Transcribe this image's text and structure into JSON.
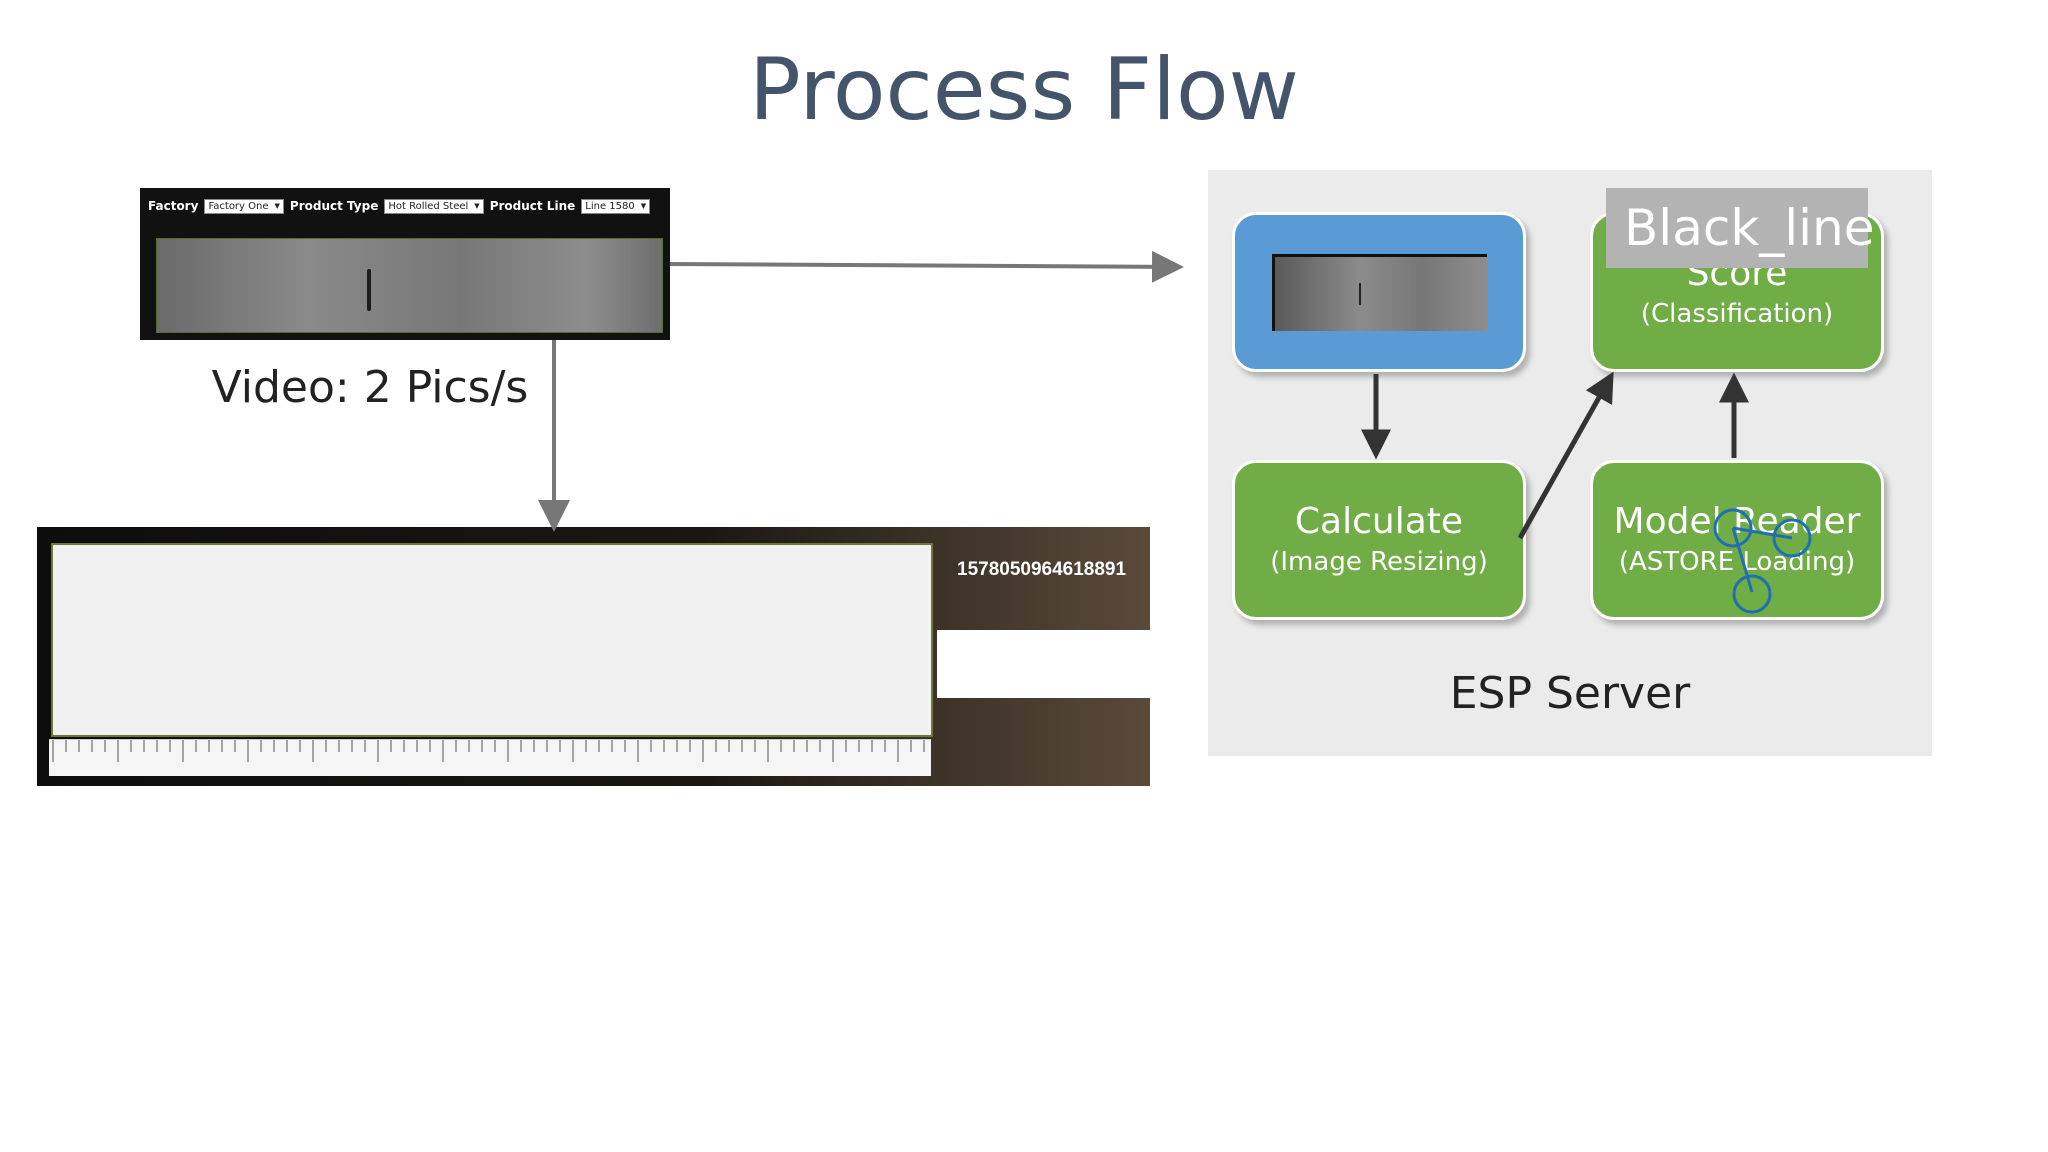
{
  "title": "Process Flow",
  "video_panel": {
    "factory_label": "Factory",
    "factory_value": "Factory One",
    "product_type_label": "Product Type",
    "product_type_value": "Hot Rolled Steel",
    "product_line_label": "Product Line",
    "product_line_value": "Line 1580",
    "caption": "Video: 2 Pics/s"
  },
  "capture_panel": {
    "id": "1578050964618891"
  },
  "esp": {
    "server_label": "ESP Server",
    "overlay_label": "Black_line",
    "nodes": [
      {
        "title": "Score",
        "subtitle": "(Classification)"
      },
      {
        "title": "Calculate",
        "subtitle": "(Image Resizing)"
      },
      {
        "title": "Model Reader",
        "subtitle": "(ASTORE Loading)"
      }
    ]
  },
  "colors": {
    "title": "#44546a",
    "node_green": "#70ad47",
    "node_blue": "#5b9bd5",
    "server_bg": "#ebebeb",
    "arrow": "#777777",
    "arrow_dark": "#333333",
    "annotation": "#1f6fb2"
  }
}
